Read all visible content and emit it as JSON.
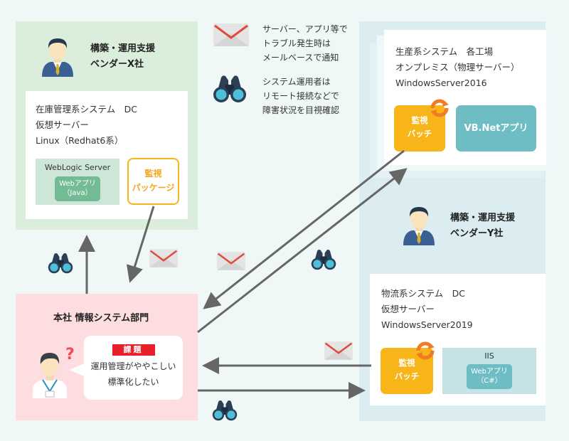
{
  "vendor_x": {
    "title_line1": "構築・運用支援",
    "title_line2": "ベンダーX社",
    "system": {
      "line1": "在庫管理系システム　DC",
      "line2": "仮想サーバー",
      "line3": "Linux（Redhat6系）"
    },
    "weblogic_label": "WebLogic Server",
    "web_app_line1": "Webアプリ",
    "web_app_line2": "（Java）",
    "monitor_pkg_line1": "監視",
    "monitor_pkg_line2": "パッケージ"
  },
  "legend": {
    "mail_icon": "mail-icon",
    "mail_line1": "サーバー、アプリ等で",
    "mail_line2": "トラブル発生時は",
    "mail_line3": "メールベースで通知",
    "binoculars_icon": "binoculars-icon",
    "remote_line1": "システム運用者は",
    "remote_line2": "リモート接続などで",
    "remote_line3": "障害状況を目視確認"
  },
  "vendor_y": {
    "title_line1": "構築・運用支援",
    "title_line2": "ベンダーY社",
    "production_system": {
      "line1": "生産系システム　各工場",
      "line2": "オンプレミス（物理サーバー）",
      "line3": "WindowsServer2016",
      "batch_line1": "監視",
      "batch_line2": "バッチ",
      "app_label": "VB.Netアプリ"
    },
    "logistics_system": {
      "line1": "物流系システム　DC",
      "line2": "仮想サーバー",
      "line3": "WindowsServer2019",
      "batch_line1": "監視",
      "batch_line2": "バッチ",
      "iis_label": "IIS",
      "web_app_line1": "Webアプリ",
      "web_app_line2": "（C#）"
    }
  },
  "headquarters": {
    "title": "本社 情報システム部門",
    "issue_badge": "課題",
    "issue_line1": "運用管理がややこしい",
    "issue_line2": "標準化したい"
  },
  "colors": {
    "vendor_x_bg": "#dbeedc",
    "vendor_y_bg": "#dbedf0",
    "hq_bg": "#fddde0",
    "accent_yellow": "#f7b519",
    "accent_teal": "#6fbdc4",
    "badge_red": "#e8202a",
    "arrow": "#666666"
  }
}
